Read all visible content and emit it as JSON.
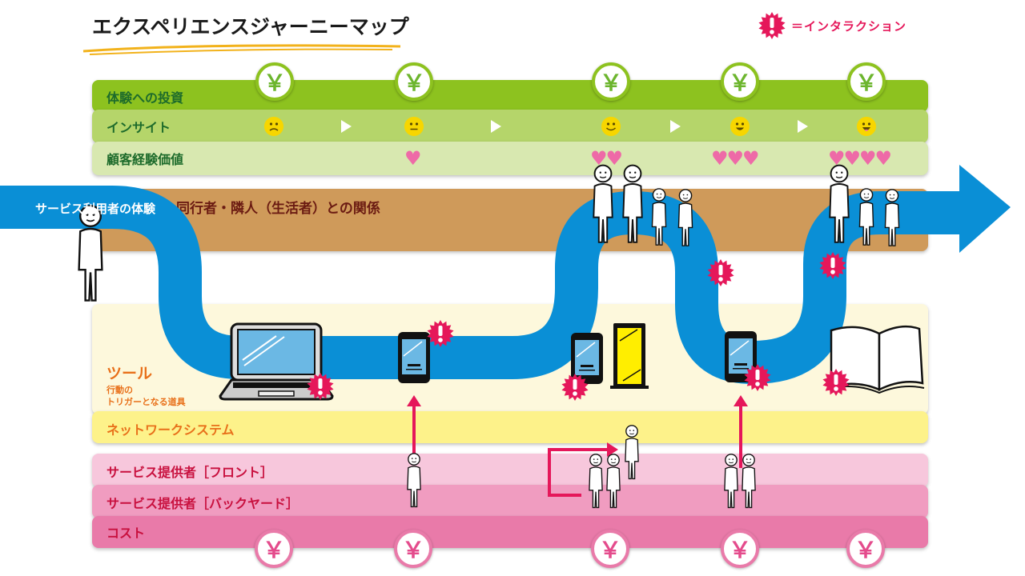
{
  "title": "エクスペリエンスジャーニーマップ",
  "legend": {
    "icon": "interaction-burst-icon",
    "text": "＝インタラクション"
  },
  "bands": {
    "investment": "体験への投資",
    "insight": "インサイト",
    "customer_value": "顧客経験価値",
    "companions": "同行者・隣人（生活者）との関係",
    "tools": "ツール",
    "tools_sub_1": "行動の",
    "tools_sub_2": "トリガーとなる道具",
    "network": "ネットワークシステム",
    "provider_front": "サービス提供者［フロント］",
    "provider_back": "サービス提供者［バックヤード］",
    "cost": "コスト"
  },
  "flow_label": "サービス利用者の体験",
  "currency_symbol": "￥",
  "stages": [
    {
      "insight_mood": "sad",
      "hearts": 0
    },
    {
      "insight_mood": "neutral",
      "hearts": 1
    },
    {
      "insight_mood": "smile",
      "hearts": 2
    },
    {
      "insight_mood": "happy",
      "hearts": 3
    },
    {
      "insight_mood": "very-happy",
      "hearts": 4
    }
  ],
  "tools": [
    "laptop",
    "smartphone",
    "smartphone",
    "digital-signage",
    "smartphone",
    "book"
  ],
  "colors": {
    "flow": "#0a8fd6",
    "interaction": "#e5175a",
    "investment": "#8dc21f",
    "cost": "#e97aa9",
    "heart": "#ee6aa7",
    "face": "#f7d600"
  }
}
